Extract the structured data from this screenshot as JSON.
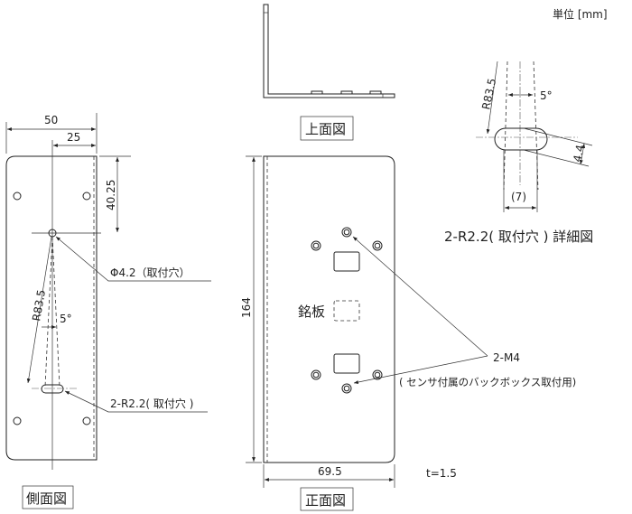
{
  "units": "単位 [mm]",
  "side_view": {
    "label": "側面図",
    "dim_width": "50",
    "dim_half": "25",
    "dim_hole_height": "40.25",
    "hole_note": "Φ4.2（取付穴）",
    "radius": "R83.5",
    "angle": "5°",
    "slot_note": "2-R2.2( 取付穴 )"
  },
  "top_view": {
    "label": "上面図"
  },
  "front_view": {
    "label": "正面図",
    "dim_height": "164",
    "dim_width": "69.5",
    "nameplate": "銘板",
    "screw_note": "2-M4",
    "screw_note_sub": "( センサ付属のバックボックス取付用)",
    "thickness": "t=1.5"
  },
  "detail_view": {
    "title": "2-R2.2( 取付穴 ) 詳細図",
    "radius": "R83.5",
    "angle": "5°",
    "slot_width": "4.4",
    "spacing": "(7)"
  }
}
